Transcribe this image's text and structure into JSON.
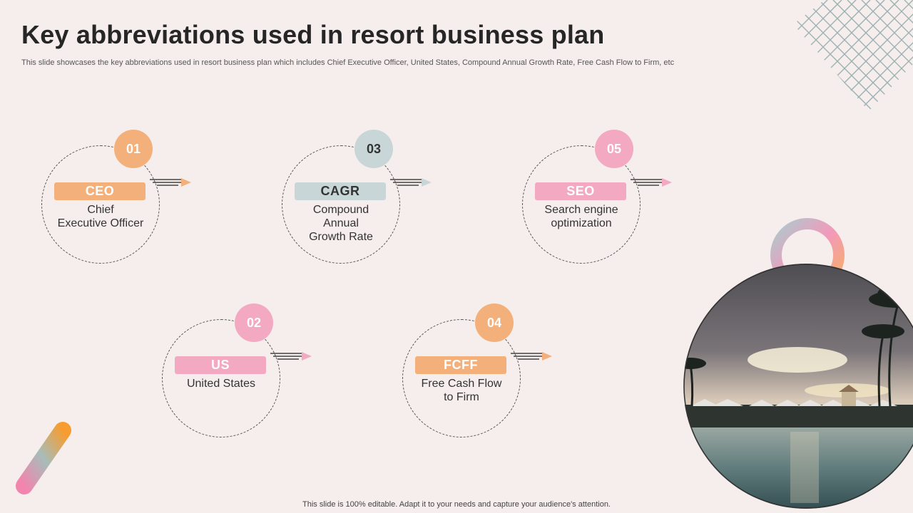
{
  "header": {
    "title": "Key abbreviations used in resort business plan",
    "subtitle": "This slide showcases the key abbreviations used in resort business plan which includes Chief Executive Officer, United States, Compound Annual Growth Rate, Free Cash Flow to Firm, etc"
  },
  "items": [
    {
      "number": "01",
      "abbr": "CEO",
      "lines": [
        "Chief",
        "Executive  Officer"
      ],
      "color": "#f4b07a"
    },
    {
      "number": "03",
      "abbr": "CAGR",
      "lines": [
        "Compound",
        "Annual",
        "Growth Rate"
      ],
      "color": "#c9d6d8",
      "abbr_text_color": "#333333"
    },
    {
      "number": "05",
      "abbr": "SEO",
      "lines": [
        "Search engine",
        "optimization"
      ],
      "color": "#f3a9c2"
    },
    {
      "number": "02",
      "abbr": "US",
      "lines": [
        "United States"
      ],
      "color": "#f3a9c2"
    },
    {
      "number": "04",
      "abbr": "FCFF",
      "lines": [
        "Free Cash Flow",
        "to Firm"
      ],
      "color": "#f4b07a"
    }
  ],
  "footer": {
    "note": "This slide is 100% editable. Adapt it to your needs and capture your audience's attention."
  },
  "decor": {
    "grid_color": "#9fb3b5",
    "photo": "resort-pool-sunset-image"
  }
}
